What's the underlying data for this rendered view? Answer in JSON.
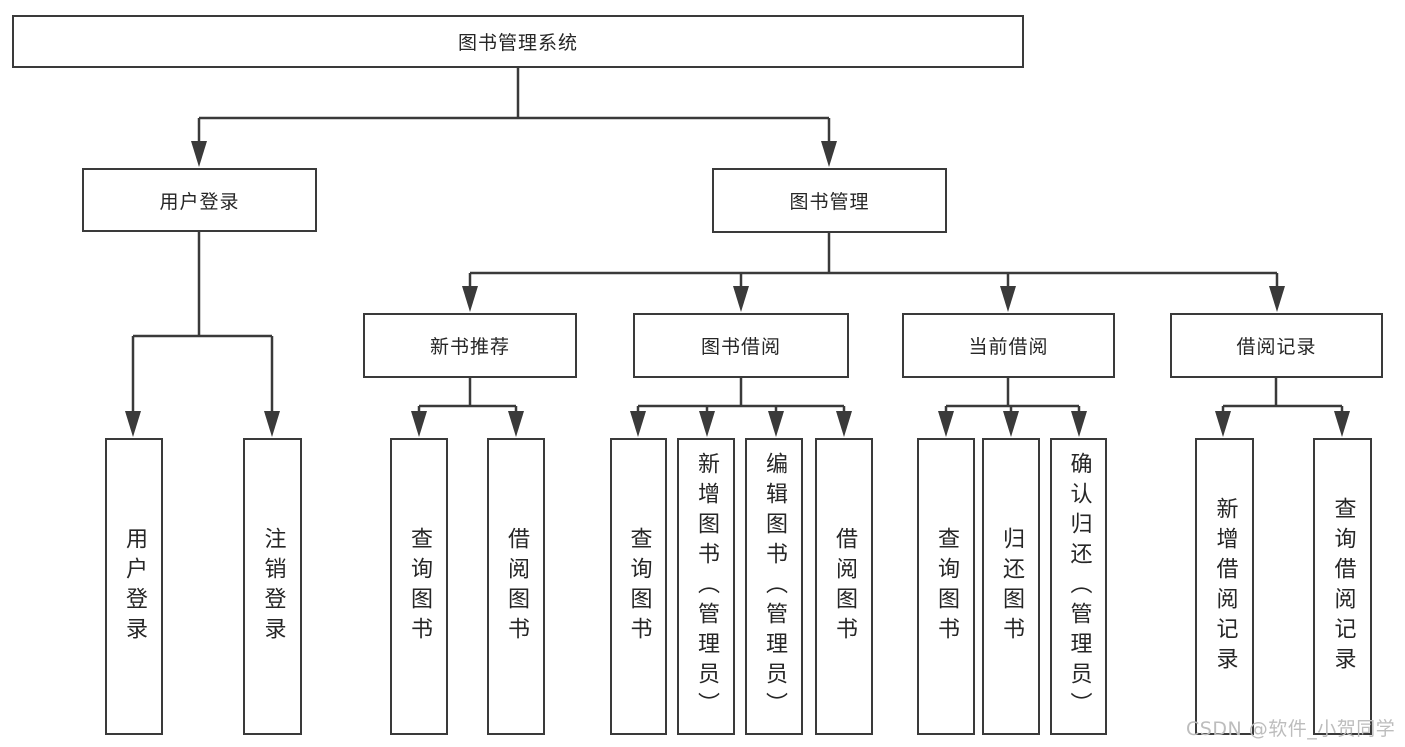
{
  "diagram_type": "hierarchy",
  "colors": {
    "line": "#3a3a3a",
    "border": "#3a3a3a",
    "text": "#262626",
    "watermark": "#bdbdbd",
    "background": "#ffffff"
  },
  "tree": {
    "label": "图书管理系统",
    "children": [
      {
        "label": "用户登录",
        "children": [
          {
            "label": "用户登录"
          },
          {
            "label": "注销登录"
          }
        ]
      },
      {
        "label": "图书管理",
        "children": [
          {
            "label": "新书推荐",
            "children": [
              {
                "label": "查询图书"
              },
              {
                "label": "借阅图书"
              }
            ]
          },
          {
            "label": "图书借阅",
            "children": [
              {
                "label": "查询图书"
              },
              {
                "label": "新增图书（管理员）"
              },
              {
                "label": "编辑图书（管理员）"
              },
              {
                "label": "借阅图书"
              }
            ]
          },
          {
            "label": "当前借阅",
            "children": [
              {
                "label": "查询图书"
              },
              {
                "label": "归还图书"
              },
              {
                "label": "确认归还（管理员）"
              }
            ]
          },
          {
            "label": "借阅记录",
            "children": [
              {
                "label": "新增借阅记录"
              },
              {
                "label": "查询借阅记录"
              }
            ]
          }
        ]
      }
    ]
  },
  "watermark": {
    "text": "CSDN @软件_小贺同学"
  }
}
